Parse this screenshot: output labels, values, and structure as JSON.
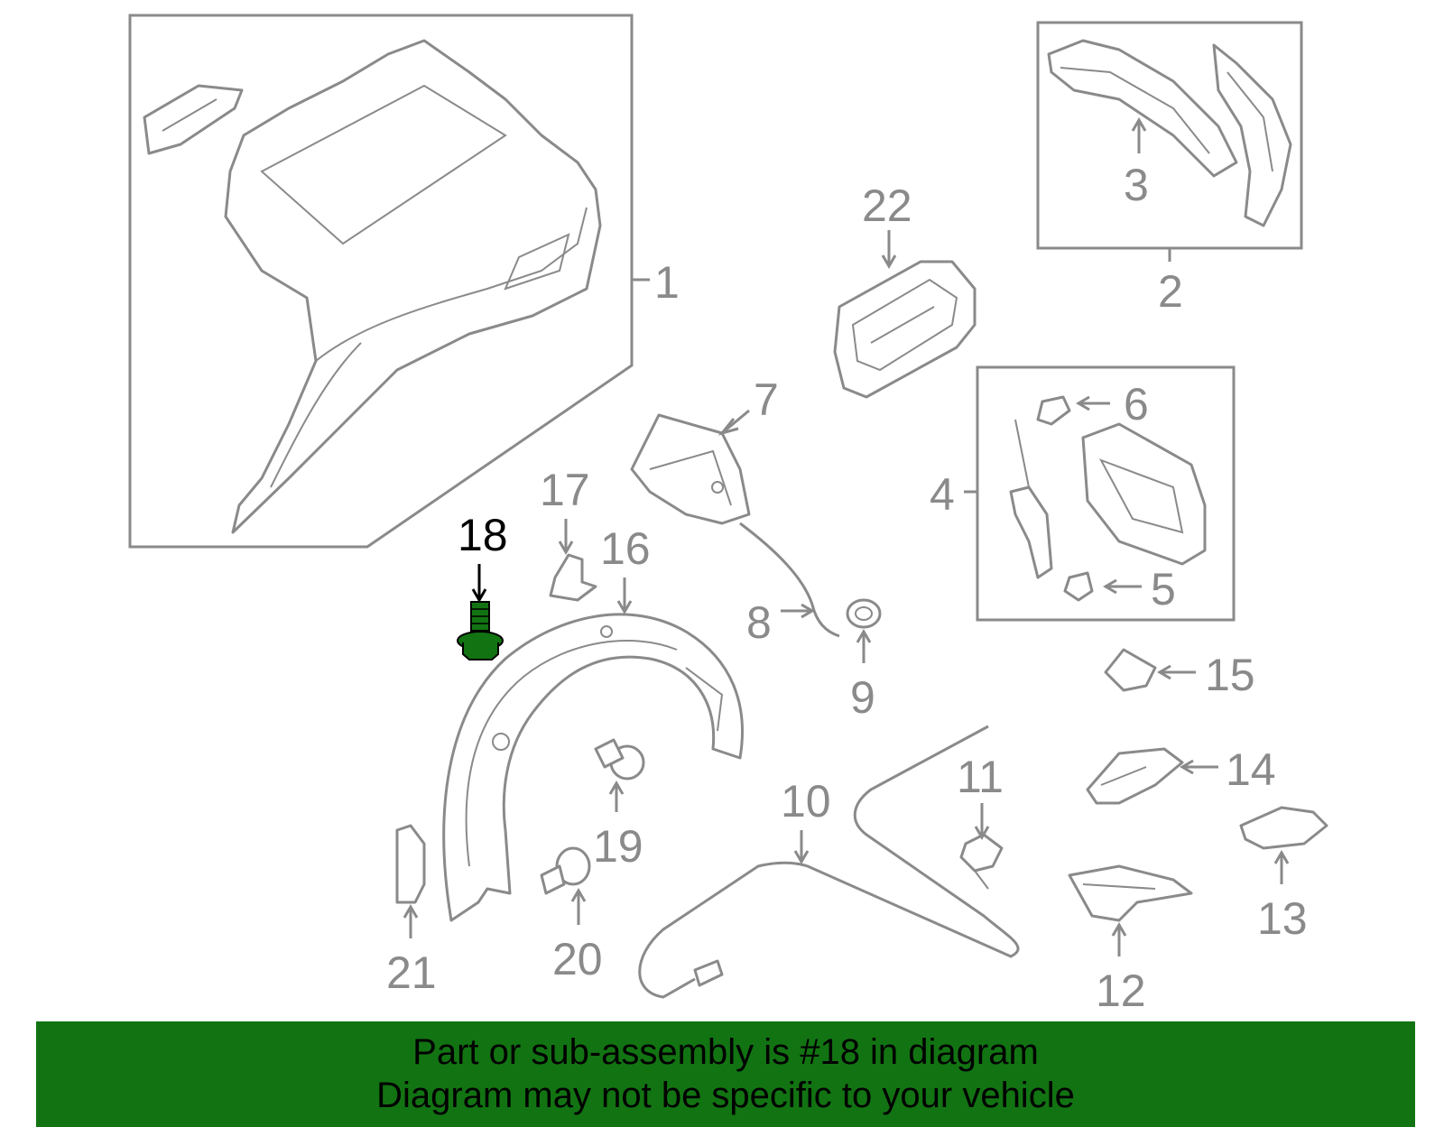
{
  "diagram": {
    "highlight_part": "18",
    "highlight_color": "#127312",
    "line_color": "#8a8a8a",
    "callouts": [
      "1",
      "2",
      "3",
      "4",
      "5",
      "6",
      "7",
      "8",
      "9",
      "10",
      "11",
      "12",
      "13",
      "14",
      "15",
      "16",
      "17",
      "18",
      "19",
      "20",
      "21",
      "22"
    ]
  },
  "banner": {
    "line1": "Part or sub-assembly is #18 in diagram",
    "line2": "Diagram may not be specific to your vehicle",
    "background": "#127312"
  }
}
